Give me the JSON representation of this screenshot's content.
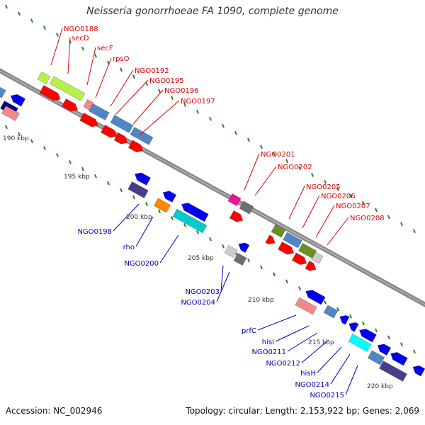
{
  "title": "Neisseria gonorrhoeae FA 1090, complete genome",
  "footer": {
    "accession": "Accession: NC_002946",
    "stats": "Topology: circular; Length: 2,153,922 bp; Genes: 2,069"
  },
  "colors": {
    "backbone": "#8a8a8a",
    "forward_label": "#dd0000",
    "reverse_label": "#0000bb",
    "tick": "#2e7d2e",
    "kbp_label": "#333333"
  },
  "scale": {
    "unit": "kbp",
    "labels": [
      "190 kbp",
      "195 kbp",
      "200 kbp",
      "205 kbp",
      "210 kbp",
      "215 kbp",
      "220 kbp"
    ]
  },
  "forward_genes": [
    "NGO0188",
    "secD",
    "secF",
    "rpsO",
    "NGO0192",
    "NGO0195",
    "NGO0196",
    "NGO0197",
    "NGO0201",
    "NGO0202",
    "NGO0205",
    "NGO0206",
    "NGO0207",
    "NGO0208"
  ],
  "reverse_genes": [
    "NGO0198",
    "rho",
    "NGO0200",
    "NGO0203",
    "NGO0204",
    "prfC",
    "hisI",
    "NGO0211",
    "NGO0212",
    "hisH",
    "NGO0214",
    "NGO0215"
  ]
}
